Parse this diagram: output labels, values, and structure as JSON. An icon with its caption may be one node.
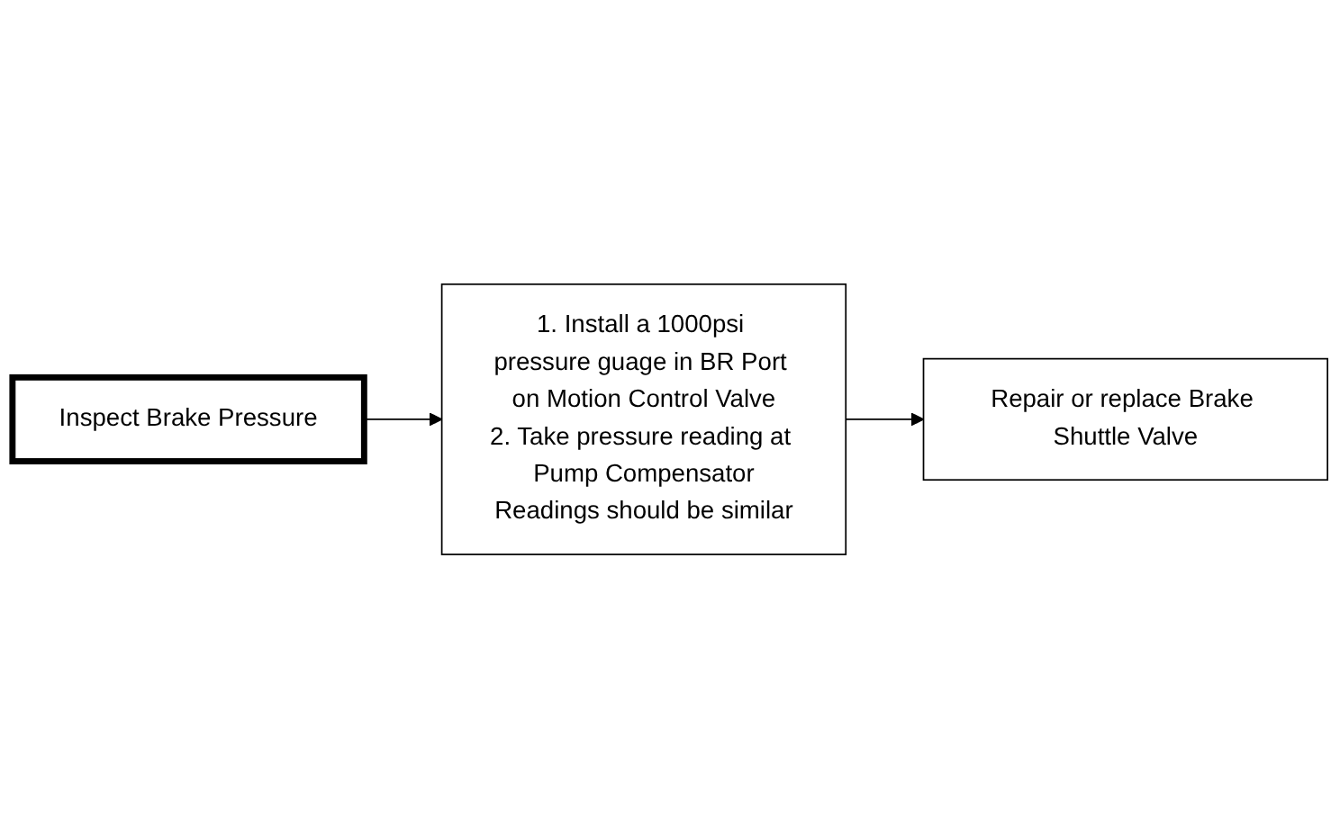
{
  "diagram": {
    "nodes": [
      {
        "text": [
          "Inspect Brake Pressure"
        ]
      },
      {
        "text": [
          "1. Install a 1000psi pressure guage in BR Port on Motion Control Valve",
          "2. Take pressure reading at Pump Compensator",
          "Readings should be similar"
        ]
      },
      {
        "text": [
          "Repair or replace Brake Shuttle Valve"
        ]
      }
    ],
    "edges": [
      {
        "from": 0,
        "to": 1,
        "arrow": "to"
      },
      {
        "from": 1,
        "to": 2,
        "arrow": "to"
      }
    ]
  }
}
